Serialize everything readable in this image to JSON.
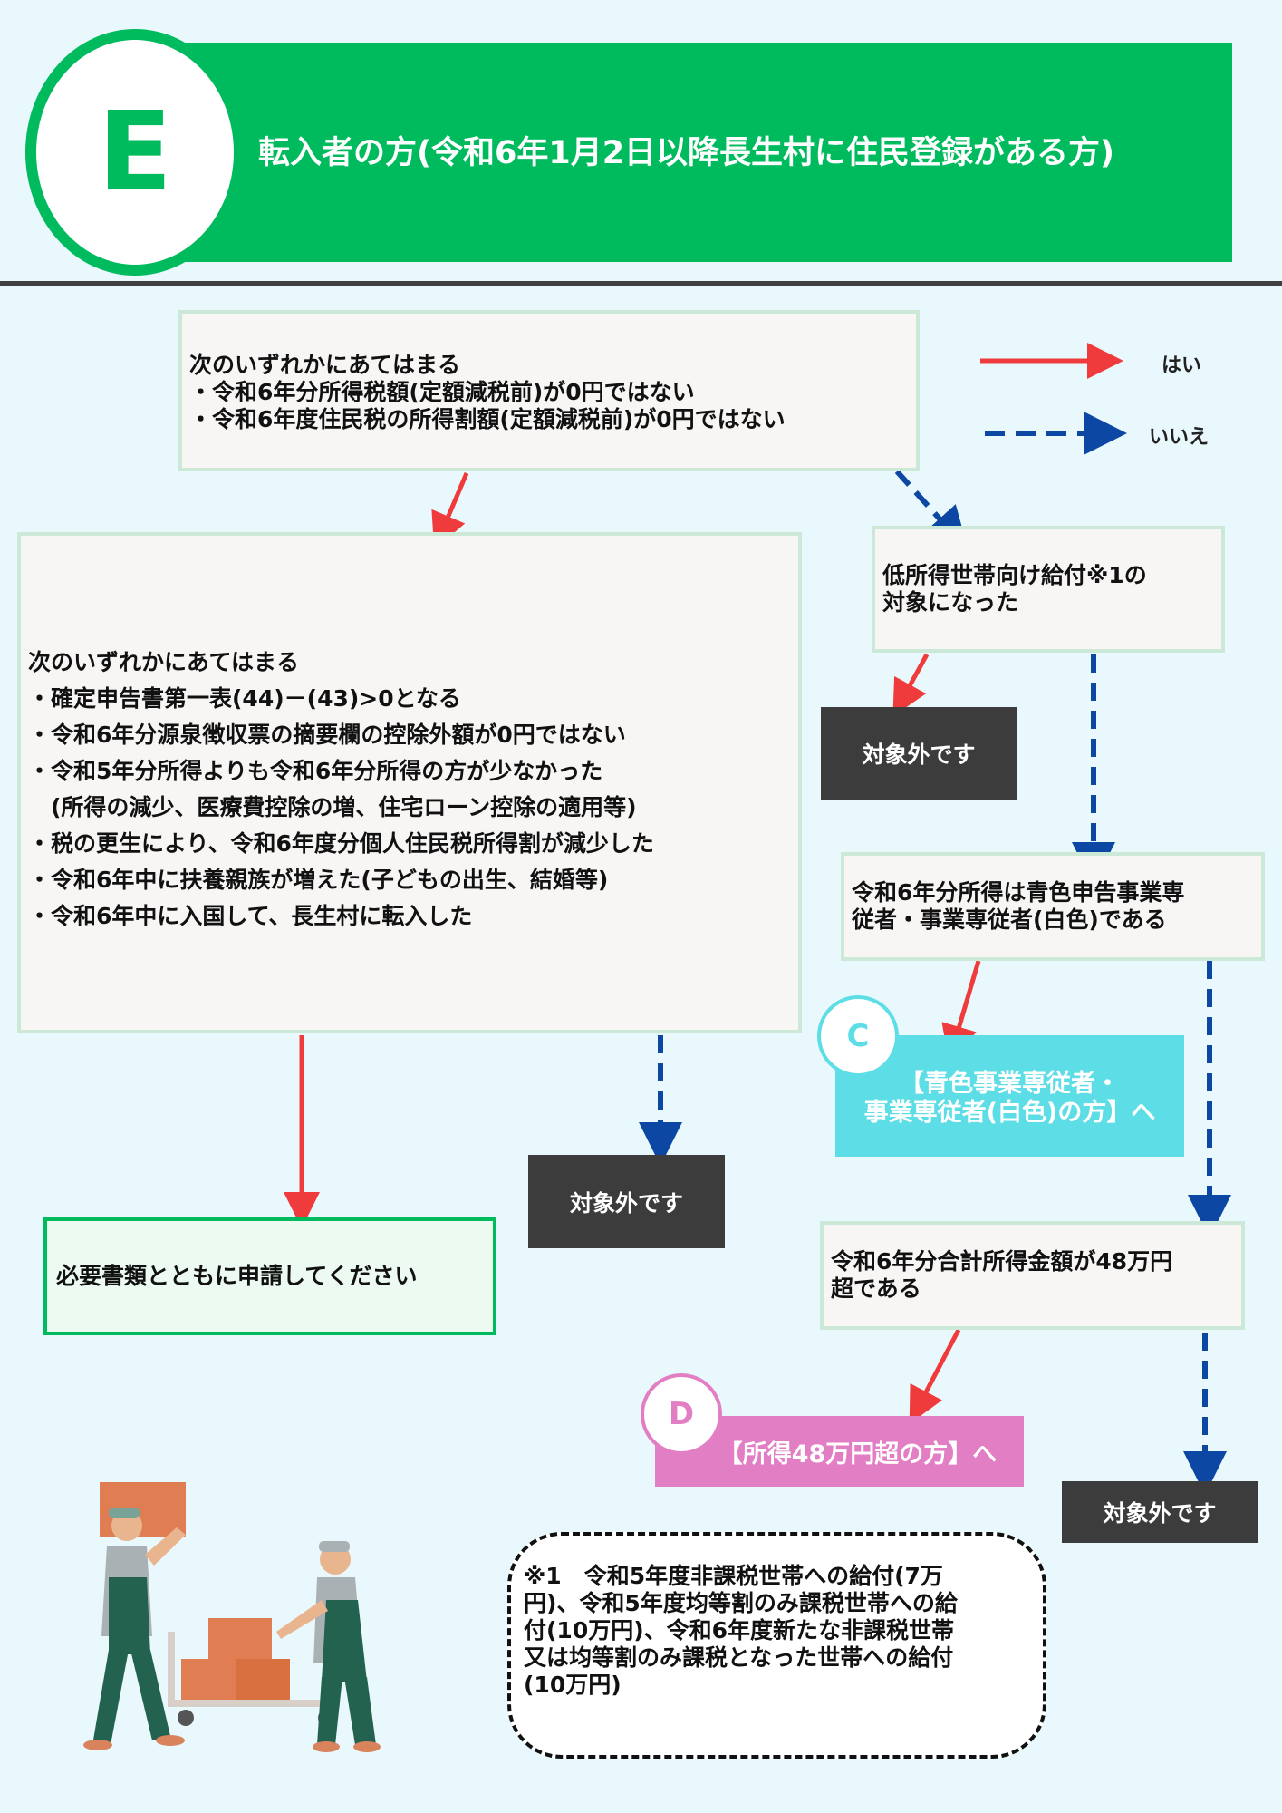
{
  "header": {
    "letter": "E",
    "title": "転入者の方(令和6年1月2日以降長生村に住民登録がある方)"
  },
  "legend": {
    "yes": "はい",
    "no": "いいえ"
  },
  "nodes": {
    "q1": {
      "lines": [
        "次のいずれかにあてはまる",
        "・令和6年分所得税額(定額減税前)が0円ではない",
        "・令和6年度住民税の所得割額(定額減税前)が0円ではない"
      ]
    },
    "q2": {
      "lines": [
        "次のいずれかにあてはまる",
        "・確定申告書第一表(44)－(43)>0となる",
        "・令和6年分源泉徴収票の摘要欄の控除外額が0円ではない",
        "・令和5年分所得よりも令和6年分所得の方が少なかった",
        "　(所得の減少、医療費控除の増、住宅ローン控除の適用等)",
        "・税の更生により、令和6年度分個人住民税所得割が減少した",
        "・令和6年中に扶養親族が増えた(子どもの出生、結婚等)",
        "・令和6年中に入国して、長生村に転入した"
      ]
    },
    "q3": {
      "lines": [
        "低所得世帯向け給付※1の",
        "対象になった"
      ]
    },
    "q4": {
      "lines": [
        "令和6年分所得は青色申告事業専",
        "従者・事業専従者(白色)である"
      ]
    },
    "q5": {
      "lines": [
        "令和6年分合計所得金額が48万円",
        "超である"
      ]
    },
    "apply": "必要書類とともに申請してください",
    "out1": "対象外です",
    "out2": "対象外です",
    "out3": "対象外です",
    "link_c": {
      "badge": "C",
      "lines": [
        "【青色事業専従者・",
        "事業専従者(白色)の方】へ"
      ]
    },
    "link_d": {
      "badge": "D",
      "text": "【所得48万円超の方】へ"
    }
  },
  "note": {
    "lines": [
      "※1　令和5年度非課税世帯への給付(7万",
      "円)、令和5年度均等割のみ課税世帯への給",
      "付(10万円)、令和6年度新たな非課税世帯",
      "又は均等割のみ課税となった世帯への給付",
      "(10万円)"
    ]
  },
  "illustration": {
    "icon": "workers-with-boxes-illustration"
  },
  "colors": {
    "green": "#00bb5d",
    "yes_arrow": "#ef3b3b",
    "no_arrow": "#0b47a3",
    "cyan": "#5ddde5",
    "pink": "#e27ec3",
    "dark": "#3c3c3c"
  }
}
